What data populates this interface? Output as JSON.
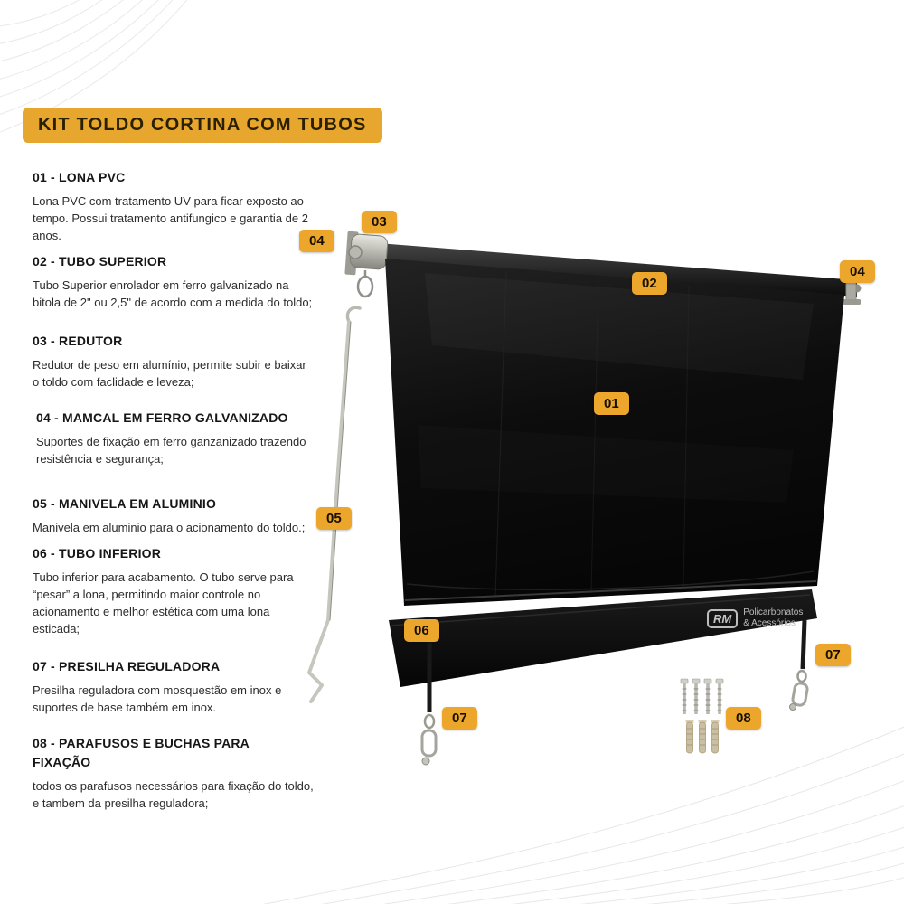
{
  "page": {
    "title": "KIT TOLDO CORTINA COM TUBOS"
  },
  "items": [
    {
      "heading": "01 - LONA PVC",
      "body": "Lona PVC com tratamento UV para ficar exposto ao tempo. Possui tratamento antifungico e garantia de 2 anos."
    },
    {
      "heading": "02 - TUBO SUPERIOR",
      "body": "Tubo Superior enrolador em ferro galvanizado na bitola de 2\" ou 2,5\" de acordo com a medida do toldo;"
    },
    {
      "heading": "03 - REDUTOR",
      "body": "Redutor de peso em alumínio, permite subir e baixar o toldo com faclidade e leveza;"
    },
    {
      "heading": "04 - MAMCAL  EM FERRO GALVANIZADO",
      "body": "Suportes de fixação em ferro ganzanizado trazendo resistência e segurança;"
    },
    {
      "heading": "05 - MANIVELA EM ALUMINIO",
      "body": "Manivela em aluminio para o acionamento do toldo.;"
    },
    {
      "heading": "06 - TUBO INFERIOR",
      "body": "Tubo inferior para acabamento. O tubo serve para “pesar” a lona, permitindo maior controle no acionamento e melhor estética com uma lona esticada;"
    },
    {
      "heading": "07 - PRESILHA REGULADORA",
      "body": "Presilha reguladora com mosquestão em inox e suportes de base também em inox."
    },
    {
      "heading": "08 - PARAFUSOS E BUCHAS PARA FIXAÇÃO",
      "body": "todos os parafusos necessários para fixação do toldo, e tambem da presilha reguladora;"
    }
  ],
  "badges": [
    {
      "id": "03-redutor",
      "label": "03"
    },
    {
      "id": "04-mamcal-left",
      "label": "04"
    },
    {
      "id": "02-tubo-superior",
      "label": "02"
    },
    {
      "id": "04-mamcal-right",
      "label": "04"
    },
    {
      "id": "01-lona-pvc",
      "label": "01"
    },
    {
      "id": "05-manivela",
      "label": "05"
    },
    {
      "id": "06-tubo-inferior",
      "label": "06"
    },
    {
      "id": "07-presilha-right",
      "label": "07"
    },
    {
      "id": "07-presilha-left",
      "label": "07"
    },
    {
      "id": "08-parafusos",
      "label": "08"
    }
  ],
  "watermark": {
    "logo": "RM",
    "line1": "Policarbonatos",
    "line2": "& Acessórios"
  },
  "colors": {
    "accent_yellow": "#EBA62B",
    "title_yellow": "#E7A62E",
    "canvas_black": "#0a0a0a",
    "text_dark": "#1a1a1a",
    "metal_silver": "#c6c6bf"
  }
}
